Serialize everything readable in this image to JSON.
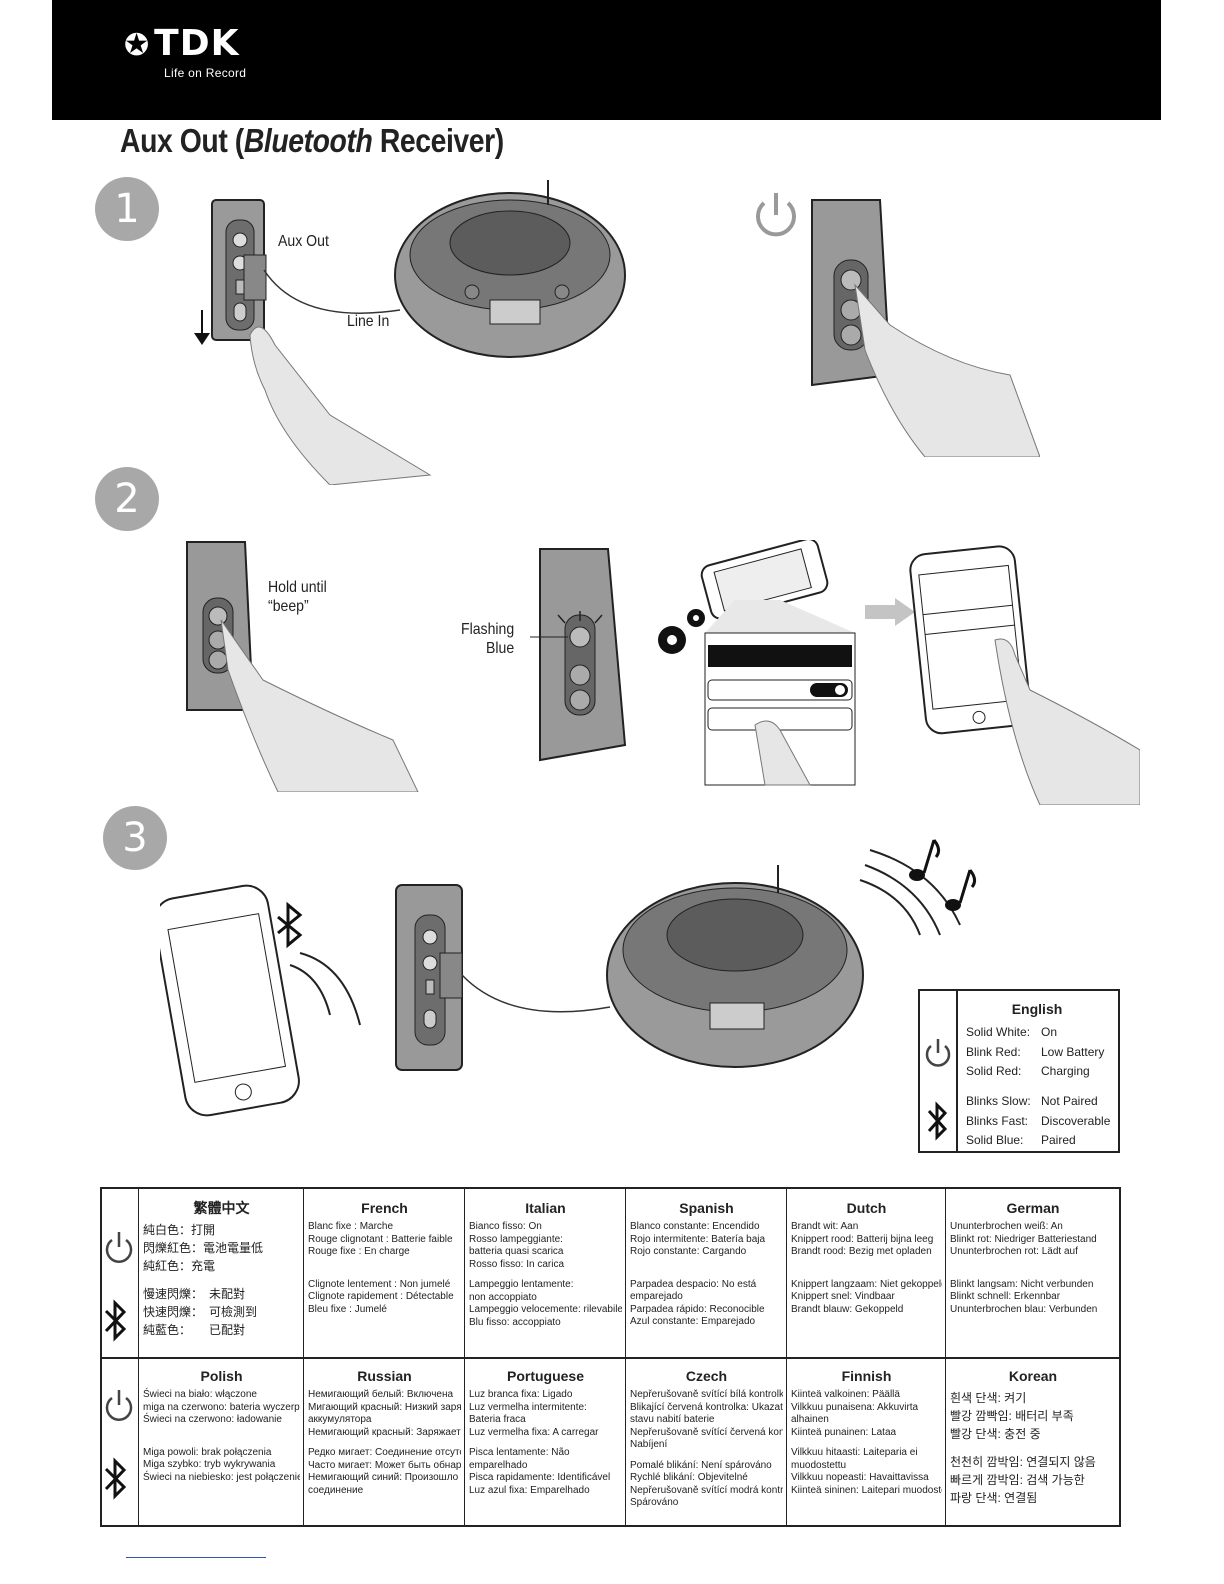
{
  "header": {
    "brand": "TDK",
    "tagline": "Life on Record"
  },
  "title": {
    "prefix": "Aux Out (",
    "italic": "Bluetooth",
    "suffix": " Receiver)"
  },
  "steps": [
    "1",
    "2",
    "3"
  ],
  "step1": {
    "aux_out": "Aux Out",
    "line_in": "Line In"
  },
  "step2": {
    "hold": "Hold until\n“beep”",
    "flashing": "Flashing\nBlue"
  },
  "legend": {
    "heading": "English",
    "power": [
      [
        "Solid White:",
        "On"
      ],
      [
        "Blink Red:",
        "Low Battery"
      ],
      [
        "Solid Red:",
        "Charging"
      ]
    ],
    "bt": [
      [
        "Blinks Slow:",
        "Not Paired"
      ],
      [
        "Blinks Fast:",
        "Discoverable"
      ],
      [
        "Solid Blue:",
        "Paired"
      ]
    ]
  },
  "table": {
    "row1": [
      {
        "heading": "繁體中文",
        "power": [
          "純白色：打開",
          "閃爍紅色：電池電量低",
          "純紅色：充電"
        ],
        "bt": [
          "慢速閃爍：　未配對",
          "快速閃爍：　可檢測到",
          "純藍色：　　已配對"
        ]
      },
      {
        "heading": "French",
        "power": [
          "Blanc fixe :  Marche",
          "Rouge clignotant :  Batterie faible",
          "Rouge fixe :  En charge"
        ],
        "bt": [
          "Clignote lentement :  Non jumelé",
          "Clignote rapidement :  Détectable",
          "Bleu fixe :  Jumelé"
        ]
      },
      {
        "heading": "Italian",
        "power": [
          "Bianco fisso:        On",
          "Rosso lampeggiante:",
          "batteria quasi scarica",
          "Rosso fisso:         In carica"
        ],
        "bt": [
          "Lampeggio lentamente:",
          "non accoppiato",
          "Lampeggio velocemente:  rilevabile",
          "Blu fisso:    accoppiato"
        ]
      },
      {
        "heading": "Spanish",
        "power": [
          "Blanco constante:   Encendido",
          "Rojo intermitente:    Batería baja",
          "Rojo constante:      Cargando"
        ],
        "bt": [
          "Parpadea despacio:   No está",
          "emparejado",
          "Parpadea rápido:    Reconocible",
          "Azul constante:     Emparejado"
        ]
      },
      {
        "heading": "Dutch",
        "power": [
          "Brandt wit:   Aan",
          "Knippert rood:  Batterij bijna leeg",
          "Brandt rood:  Bezig met opladen"
        ],
        "bt": [
          "Knippert langzaam:   Niet gekoppeld",
          "Knippert snel:       Vindbaar",
          "Brandt blauw:       Gekoppeld"
        ]
      },
      {
        "heading": "German",
        "power": [
          "Ununterbrochen weiß:  An",
          "Blinkt rot:   Niedriger Batteriestand",
          "Ununterbrochen rot:   Lädt auf"
        ],
        "bt": [
          "Blinkt langsam:    Nicht verbunden",
          "Blinkt schnell:     Erkennbar",
          "Ununterbrochen blau:  Verbunden"
        ]
      }
    ],
    "row2": [
      {
        "heading": "Polish",
        "power": [
          "Świeci na biało:          włączone",
          "miga na czerwono:     bateria wyczerpuje się",
          "Świeci na czerwono:   ładowanie"
        ],
        "bt": [
          "Miga powoli:              brak połączenia",
          "Miga szybko:              tryb wykrywania",
          "Świeci na niebiesko:  jest połączenie"
        ]
      },
      {
        "heading": "Russian",
        "power": [
          "Немигающий белый:   Включена",
          "Мигающий красный:   Низкий заряд",
          "аккумулятора",
          "Немигающий красный:   Заряжается"
        ],
        "bt": [
          "Редко мигает:   Соединение отсутствует",
          "Часто мигает:   Может быть обнаружена",
          "Немигающий синий:   Произошло",
          "соединение"
        ]
      },
      {
        "heading": "Portuguese",
        "power": [
          "Luz branca fixa:   Ligado",
          "Luz vermelha intermitente:",
          "Bateria fraca",
          "Luz vermelha fixa:   A carregar"
        ],
        "bt": [
          "Pisca lentamente:   Não",
          "emparelhado",
          "Pisca rapidamente:   Identificável",
          "Luz azul fixa:   Emparelhado"
        ]
      },
      {
        "heading": "Czech",
        "power": [
          "Nepřerušovaně svítící bílá kontrolka:  Zapnuto",
          "Blikající červená kontrolka:  Ukazatel nízkého",
          "stavu nabití baterie",
          "Nepřerušovaně svítící červená kontrolka:",
          "Nabíjení"
        ],
        "bt": [
          "Pomalé blikání:          Není spárováno",
          "Rychlé blikání:           Objevitelné",
          "Nepřerušovaně svítící modrá kontrolka:",
          "Spárováno"
        ]
      },
      {
        "heading": "Finnish",
        "power": [
          "Kiinteä valkoinen:   Päällä",
          "Vilkkuu punaisena:   Akkuvirta",
          "alhainen",
          "Kiinteä punainen:   Lataa"
        ],
        "bt": [
          "Vilkkuu hitaasti:   Laiteparia ei",
          "muodostettu",
          "Vilkkuu nopeasti:   Havaittavissa",
          "Kiinteä sininen:   Laitepari muodostettu"
        ]
      },
      {
        "heading": "Korean",
        "power": [
          "흰색 단색:          켜기",
          "빨강 깜빡임:       배터리 부족",
          "빨강 단색:          충전 중"
        ],
        "bt": [
          "천천히 깜박임:   연결되지 않음",
          "빠르게 깜박임:   검색 가능한",
          "파랑 단색:          연결됨"
        ]
      }
    ]
  }
}
